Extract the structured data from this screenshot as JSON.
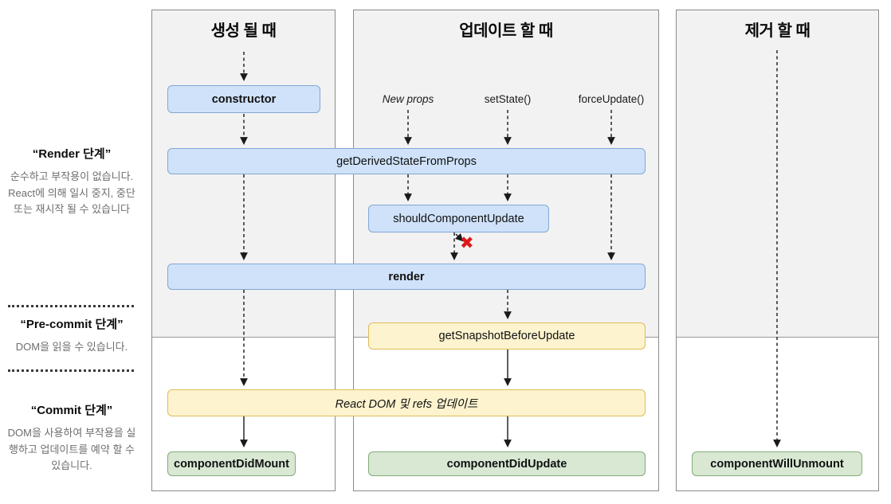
{
  "columns": {
    "mount": {
      "title": "생성 될 때"
    },
    "update": {
      "title": "업데이트 할 때"
    },
    "unmount": {
      "title": "제거 할 때"
    }
  },
  "phases": {
    "render": {
      "title": "“Render 단계”",
      "description": "순수하고 부작용이 없습니다. React에 의해 일시 중지, 중단 또는 재시작 될 수 있습니다"
    },
    "pre_commit": {
      "title": "“Pre-commit 단계”",
      "description": "DOM을 읽을 수 있습니다."
    },
    "commit": {
      "title": "“Commit 단계”",
      "description": "DOM을 사용하여 부작용을 실행하고 업데이트를 예약 할 수 있습니다."
    }
  },
  "triggers": {
    "new_props": "New props",
    "set_state": "setState()",
    "force_update": "forceUpdate()"
  },
  "methods": {
    "constructor": "constructor",
    "get_derived_state_from_props": "getDerivedStateFromProps",
    "should_component_update": "shouldComponentUpdate",
    "render": "render",
    "get_snapshot_before_update": "getSnapshotBeforeUpdate",
    "react_dom_refs_update": "React DOM 및 refs 업데이트",
    "component_did_mount": "componentDidMount",
    "component_did_update": "componentDidUpdate",
    "component_will_unmount": "componentWillUnmount"
  },
  "icons": {
    "cancel_x": "✖"
  },
  "colors": {
    "panel_bg": "#f2f2f2",
    "panel_border": "#8a8a8a",
    "box_blue_bg": "#cfe2f9",
    "box_blue_border": "#84a6d4",
    "box_yellow_bg": "#fdf3ce",
    "box_yellow_border": "#dcbd5a",
    "box_green_bg": "#d8e8d3",
    "box_green_border": "#85ab79",
    "cancel_x": "#dd1a1a",
    "muted_text": "#6e6e6e"
  }
}
